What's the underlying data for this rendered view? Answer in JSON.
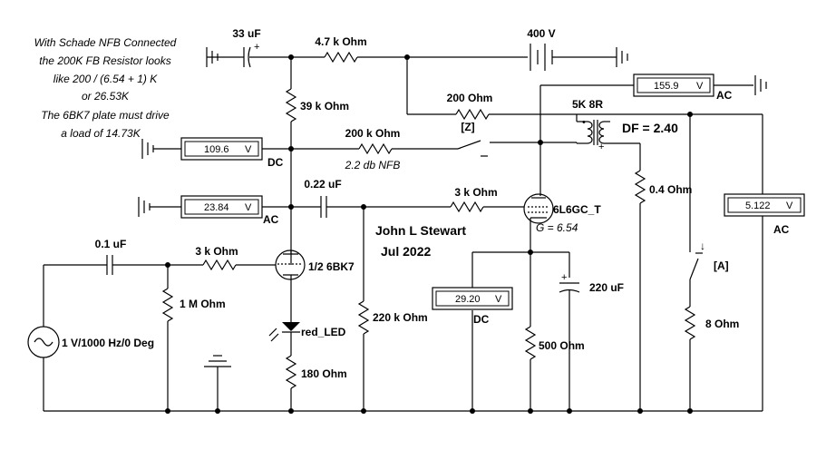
{
  "notes": {
    "line1": "With Schade NFB Connected",
    "line2": "the 200K FB Resistor looks",
    "line3": "like 200 / (6.54 + 1) K",
    "line4": "or 26.53K",
    "line5": "The 6BK7 plate must drive",
    "line6": "a load of 14.73K"
  },
  "author": {
    "name": "John L Stewart",
    "date": "Jul 2022"
  },
  "components": {
    "c_coupling_top": "33 uF",
    "r_top_feed": "4.7 k Ohm",
    "supply_voltage": "400 V",
    "r_plate_load": "39 k Ohm",
    "r_feedback": "200 k Ohm",
    "nfb_note": "2.2 db NFB",
    "r_schade": "200  Ohm",
    "switch_z": "[Z]",
    "transformer": "5K 8R",
    "damping_factor": "DF = 2.40",
    "c_interstage": "0.22 uF",
    "r_grid_stopper_out": "3 k Ohm",
    "output_tube": "6L6GC_T",
    "output_gain": "G = 6.54",
    "r_dcr": "0.4  Ohm",
    "c_input": "0.1 uF",
    "r_grid_stopper_in": "3 k Ohm",
    "driver_tube": "1/2 6BK7",
    "r_grid_leak": "1 M Ohm",
    "led": "red_LED",
    "r_cathode_driver": "180  Ohm",
    "r_output_grid": "220 k Ohm",
    "c_cathode_bypass": "220 uF",
    "r_cathode_output": "500  Ohm",
    "switch_a": "[A]",
    "r_load": "8  Ohm",
    "source": "1 V/1000 Hz/0 Deg"
  },
  "meters": {
    "m1": {
      "value": "109.6",
      "unit": "V",
      "mode": "DC"
    },
    "m2": {
      "value": "23.84",
      "unit": "V",
      "mode": "AC"
    },
    "m3": {
      "value": "155.9",
      "unit": "V",
      "mode": "AC"
    },
    "m4": {
      "value": "5.122",
      "unit": "V",
      "mode": "AC"
    },
    "m5": {
      "value": "29.20",
      "unit": "V",
      "mode": "DC"
    }
  }
}
